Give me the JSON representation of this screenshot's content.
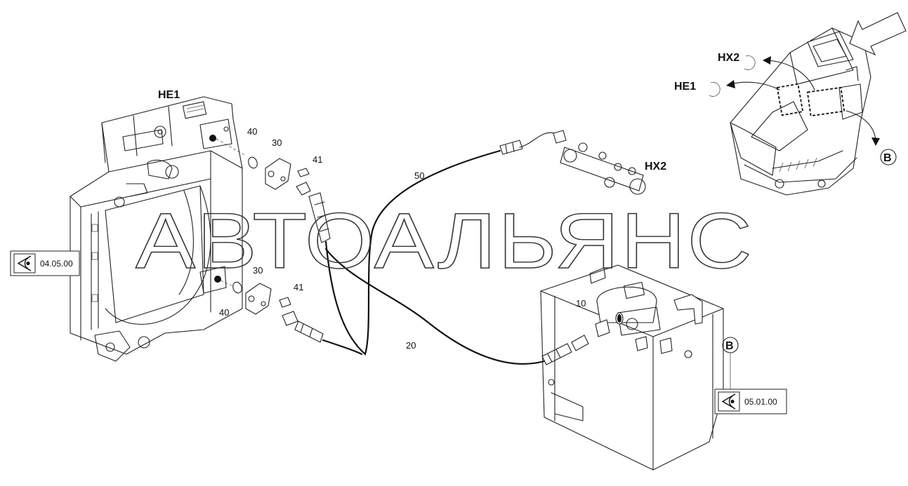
{
  "assemblies": {
    "he1": "HE1",
    "hx2": "HX2",
    "b": "B"
  },
  "overview": {
    "hx2": "HX2",
    "he1": "HE1",
    "b": "B"
  },
  "callouts": {
    "c40_top": "40",
    "c30_top": "30",
    "c41_top": "41",
    "c50": "50",
    "c30_bottom": "30",
    "c41_bottom": "41",
    "c40_bottom": "40",
    "c10": "10",
    "c20": "20"
  },
  "references": {
    "left": "04.05.00",
    "right": "05.01.00"
  },
  "watermark": "АВТОАЛЬЯНС"
}
